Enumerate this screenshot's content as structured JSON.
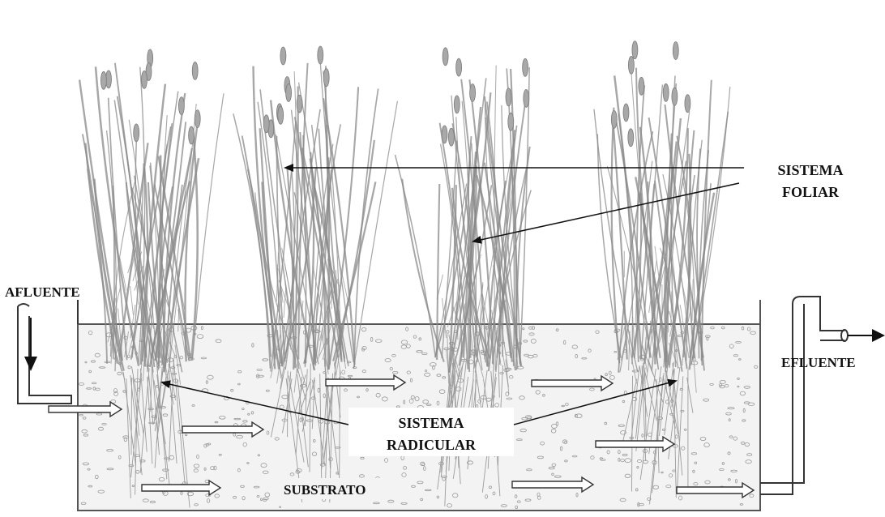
{
  "labels": {
    "foliar_line1": "SISTEMA",
    "foliar_line2": "FOLIAR",
    "radicular_line1": "SISTEMA",
    "radicular_line2": "RADICULAR",
    "afluente": "AFLUENTE",
    "efluente": "EFLUENTE",
    "substrato": "SUBSTRATO"
  },
  "colors": {
    "ink": "#111111",
    "plant": "#8a8a8a",
    "substrate_fill": "#f3f3f3",
    "gravel": "#9a9a9a",
    "background": "#ffffff"
  }
}
